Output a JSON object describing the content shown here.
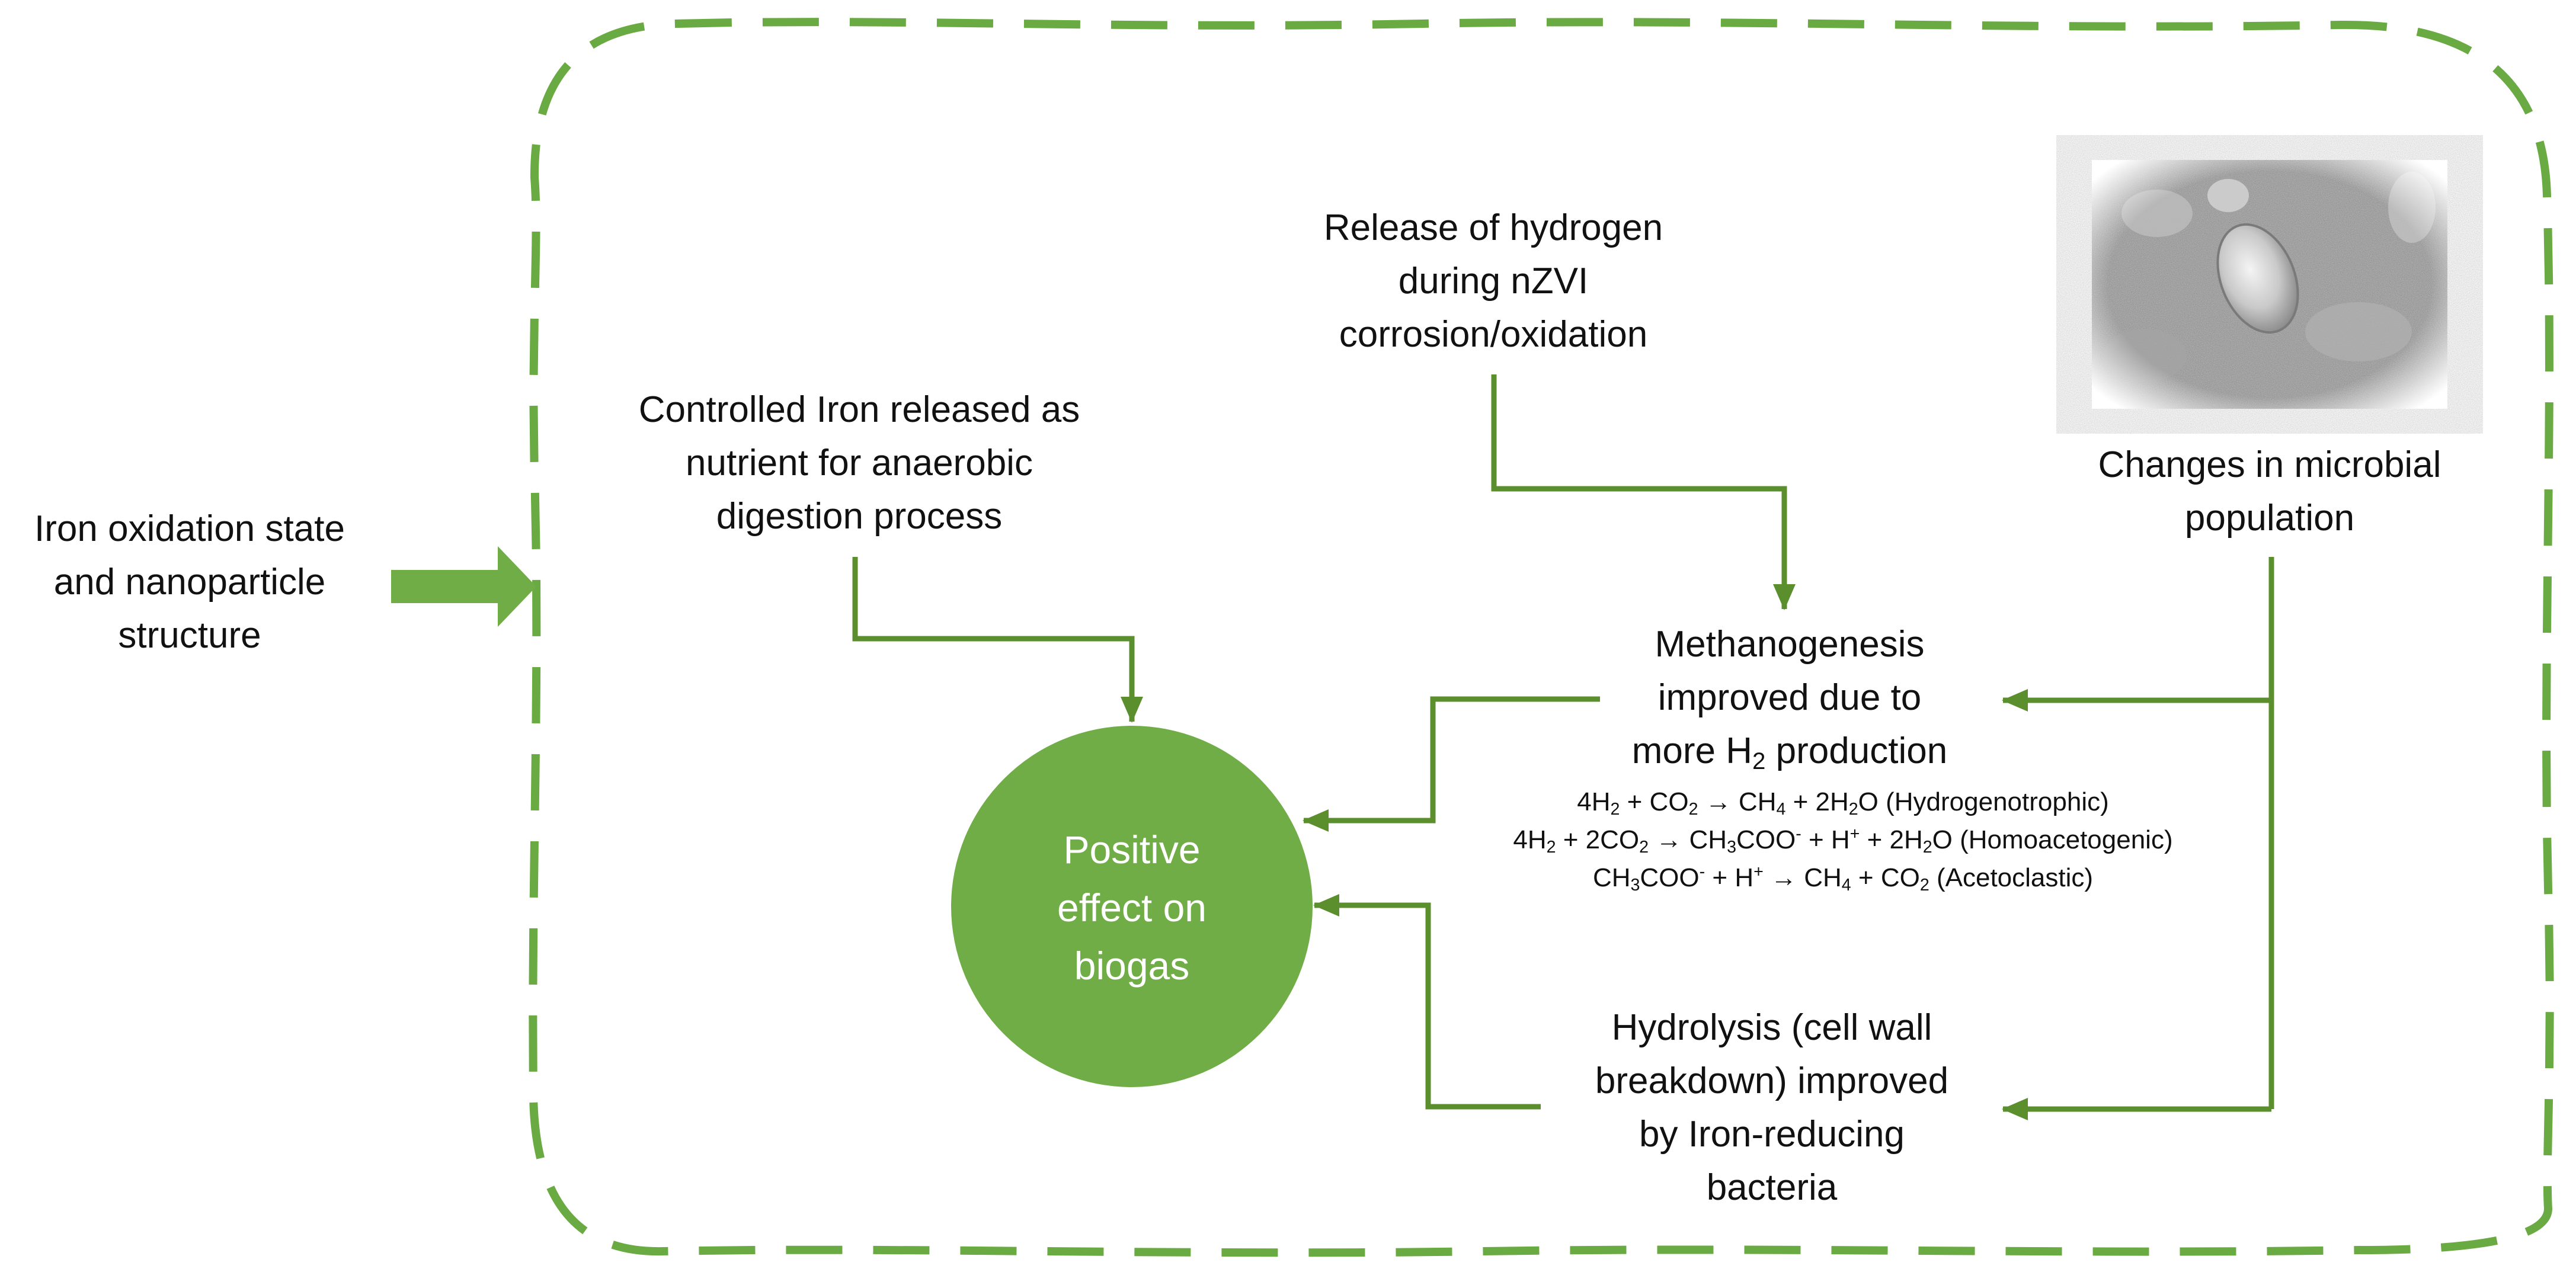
{
  "colors": {
    "green_dark": "#5b8f2e",
    "green_mid": "#6aa33a",
    "green_fill": "#70ad47",
    "dash_green": "#6aaa43",
    "text": "#111111",
    "circle_text": "#ffffff"
  },
  "input": {
    "lines": [
      "Iron oxidation state",
      "and nanoparticle",
      "structure"
    ],
    "arrow_icon": "right-block-arrow-icon"
  },
  "nodes": {
    "iron_nutrient": {
      "lines": [
        "Controlled Iron released as",
        "nutrient for anaerobic",
        "digestion process"
      ]
    },
    "hydrogen_release": {
      "lines": [
        "Release of hydrogen",
        "during nZVI",
        "corrosion/oxidation"
      ]
    },
    "microbial": {
      "lines": [
        "Changes in microbial",
        "population"
      ],
      "image_icon": "sem-micrograph-bacterium-icon"
    },
    "methanogenesis": {
      "line1": "Methanogenesis",
      "line2": "improved due to",
      "line3_prefix": "more H",
      "line3_sub": "2",
      "line3_suffix": " production"
    },
    "hydrolysis": {
      "lines": [
        "Hydrolysis (cell wall",
        "breakdown) improved",
        "by Iron-reducing",
        "bacteria"
      ]
    },
    "outcome": {
      "lines": [
        "Positive",
        "effect on",
        "biogas"
      ]
    }
  },
  "equations": {
    "hydrogenotrophic": {
      "a": "4H",
      "a_sub": "2",
      "b": " + CO",
      "b_sub": "2",
      "c": " → CH",
      "c_sub": "4",
      "d": " + 2H",
      "d_sub": "2",
      "e": "O (Hydrogenotrophic)"
    },
    "homoacetogenic": {
      "a": "4H",
      "a_sub": "2",
      "b": " + 2CO",
      "b_sub": "2",
      "c": " → CH",
      "c_sub": "3",
      "d": "COO",
      "d_sup": "-",
      "e": " + H",
      "e_sup": "+",
      "f": " + 2H",
      "f_sub": "2",
      "g": "O (Homoacetogenic)"
    },
    "acetoclastic": {
      "a": "CH",
      "a_sub": "3",
      "b": "COO",
      "b_sup": "-",
      "c": " + H",
      "c_sup": "+",
      "d": " → CH",
      "d_sub": "4",
      "e": " + CO",
      "e_sub": "2",
      "f": " (Acetoclastic)"
    }
  }
}
